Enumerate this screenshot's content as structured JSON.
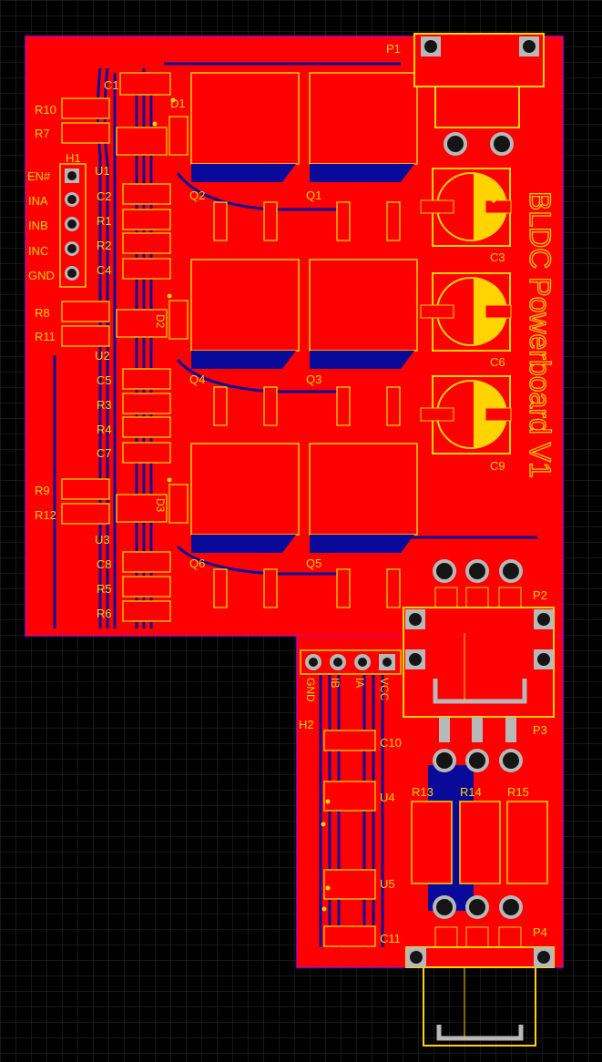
{
  "board": {
    "title": "BLDC Powerboard  V1",
    "colors": {
      "background": "#000000",
      "grid": "#2a2a2a",
      "copper_top": "#ff0000",
      "copper_bottom": "#0a0a9a",
      "silkscreen": "#ffd400",
      "outline": "#c000c0",
      "pad": "#b8b8b8",
      "hole": "#151515",
      "via": "#ffd400"
    }
  },
  "labels": {
    "P1": "P1",
    "P2": "P2",
    "P3": "P3",
    "P4": "P4",
    "C1": "C1",
    "D1": "D1",
    "R10": "R10",
    "R7": "R7",
    "H1": "H1",
    "U1": "U1",
    "EN": "EN#",
    "INA": "INA",
    "INB": "INB",
    "INC": "INC",
    "GND1": "GND",
    "C2": "C2",
    "R1": "R1",
    "R2": "R2",
    "C4": "C4",
    "R8": "R8",
    "R11": "R11",
    "U2": "U2",
    "C5": "C5",
    "R3": "R3",
    "R4": "R4",
    "C7": "C7",
    "R9": "R9",
    "R12": "R12",
    "U3": "U3",
    "C8": "C8",
    "R5": "R5",
    "R6": "R6",
    "Q1": "Q1",
    "Q2": "Q2",
    "Q3": "Q3",
    "Q4": "Q4",
    "Q5": "Q5",
    "Q6": "Q6",
    "C3": "C3",
    "C6": "C6",
    "C9": "C9",
    "D2": "D2",
    "D3": "D3",
    "H2": "H2",
    "GND2": "GND",
    "IB": "IB",
    "IA": "IA",
    "VCC": "VCC",
    "C10": "C10",
    "U4": "U4",
    "U5": "U5",
    "C11": "C11",
    "R13": "R13",
    "R14": "R14",
    "R15": "R15"
  }
}
